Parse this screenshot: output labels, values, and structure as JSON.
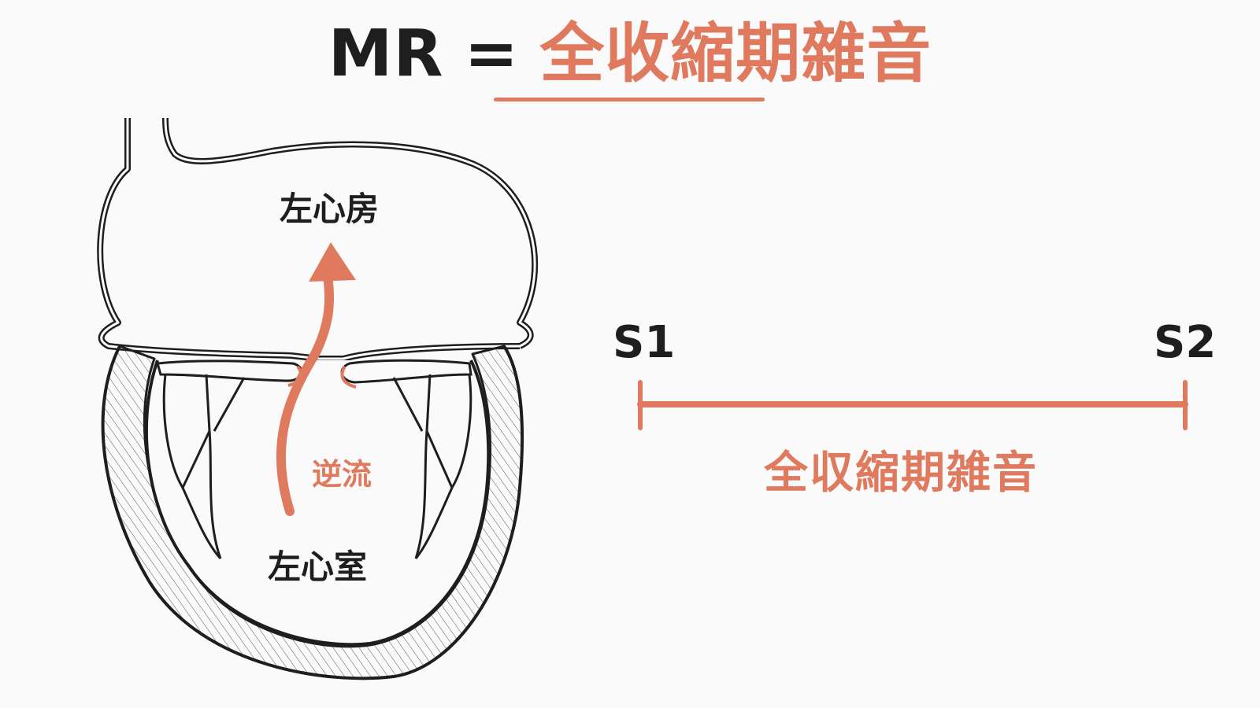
{
  "title": {
    "abbreviation": "MR",
    "equals": "=",
    "term": "全收縮期雜音"
  },
  "heart_labels": {
    "atrium": "左心房",
    "ventricle": "左心室",
    "regurgitation": "逆流"
  },
  "timeline": {
    "start_label": "S1",
    "end_label": "S2",
    "murmur_label": "全収縮期雑音"
  },
  "colors": {
    "accent": "#e07a5f",
    "ink": "#1e1e1e",
    "background": "#fafafa"
  }
}
